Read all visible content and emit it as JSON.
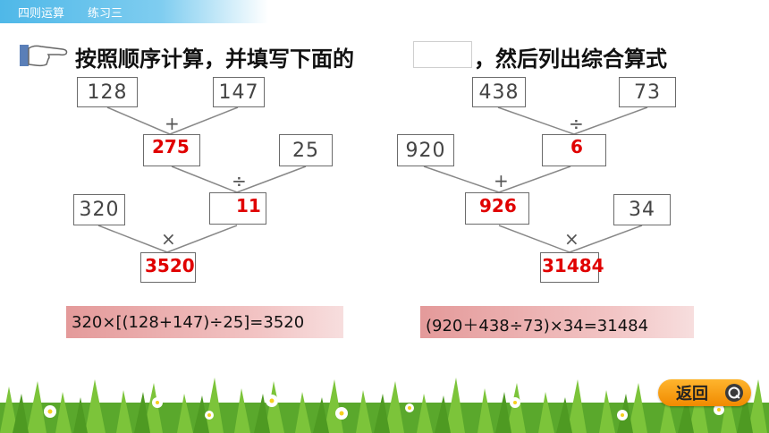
{
  "header": {
    "section": "四则运算",
    "lesson": "练习三"
  },
  "instruction": {
    "part1": "按照顺序计算，并填写下面的",
    "part2": "，然后列出综合算式"
  },
  "left_tree": {
    "n1": "128",
    "n2": "147",
    "op1": "+",
    "r1": "275",
    "n3": "25",
    "op2": "÷",
    "r2": "11",
    "n4": "320",
    "op3": "×",
    "r3": "3520",
    "formula": "320×[(128+147)÷25]=3520"
  },
  "right_tree": {
    "n1": "438",
    "n2": "73",
    "op1": "÷",
    "r1": "6",
    "n3": "920",
    "op2": "+",
    "r2": "926",
    "n4": "34",
    "op3": "×",
    "r3": "31484",
    "formula": "(920＋438÷73)×34=31484"
  },
  "back_button": {
    "label": "返回",
    "icon": "return-icon",
    "color": "#f5a000"
  },
  "colors": {
    "answer": "#e00000",
    "formula_band": "#e8a2a2",
    "header": "#4fb8e8"
  }
}
